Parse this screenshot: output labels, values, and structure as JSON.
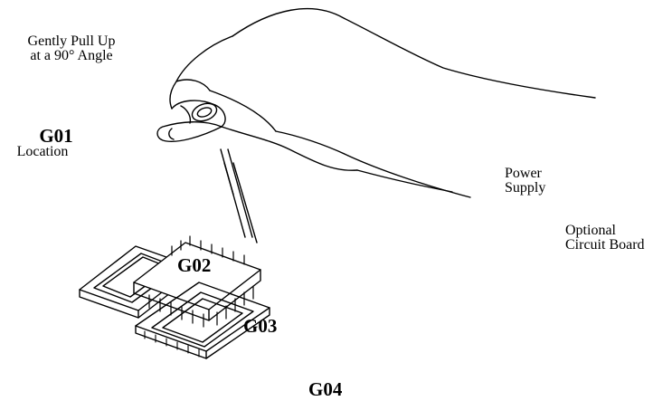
{
  "labels": {
    "pull_line1": "Gently Pull Up",
    "pull_line2": "at a 90° Angle",
    "g01": "G01",
    "g01_sub": "Location",
    "power_line1": "Power",
    "power_line2": "Supply",
    "optional_line1": "Optional",
    "optional_line2": "Circuit Board",
    "g02": "G02",
    "g03": "G03",
    "g04": "G04"
  }
}
